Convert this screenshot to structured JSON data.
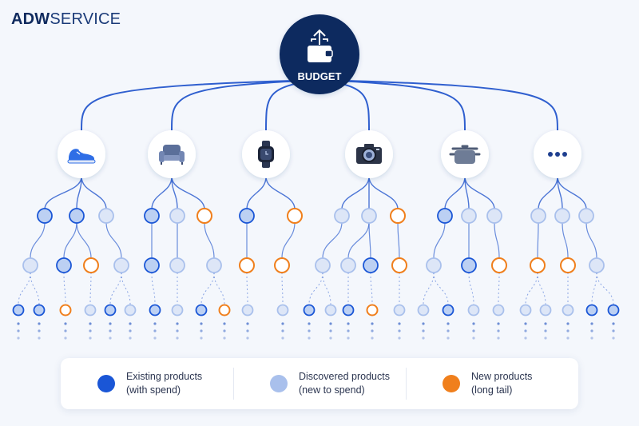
{
  "brand": {
    "bold": "ADW",
    "light": "SERVICE"
  },
  "root": {
    "label": "BUDGET",
    "icon": "wallet-upload-icon"
  },
  "categories": [
    {
      "icon": "sneaker-icon"
    },
    {
      "icon": "armchair-icon"
    },
    {
      "icon": "smartwatch-icon"
    },
    {
      "icon": "camera-icon"
    },
    {
      "icon": "cooking-pot-icon"
    },
    {
      "icon": "more-dots-icon"
    }
  ],
  "legend": [
    {
      "line1": "Existing products",
      "line2": "(with spend)",
      "color": "#1a56d6"
    },
    {
      "line1": "Discovered products",
      "line2": "(new to spend)",
      "color": "#a9c0ec"
    },
    {
      "line1": "New products",
      "line2": "(long tail)",
      "color": "#f07f1c"
    }
  ],
  "colors": {
    "navy": "#0f2a5e",
    "line": "#2f5fcf",
    "existing": "#1a56d6",
    "discovered": "#a9c0ec",
    "new": "#f07f1c"
  }
}
